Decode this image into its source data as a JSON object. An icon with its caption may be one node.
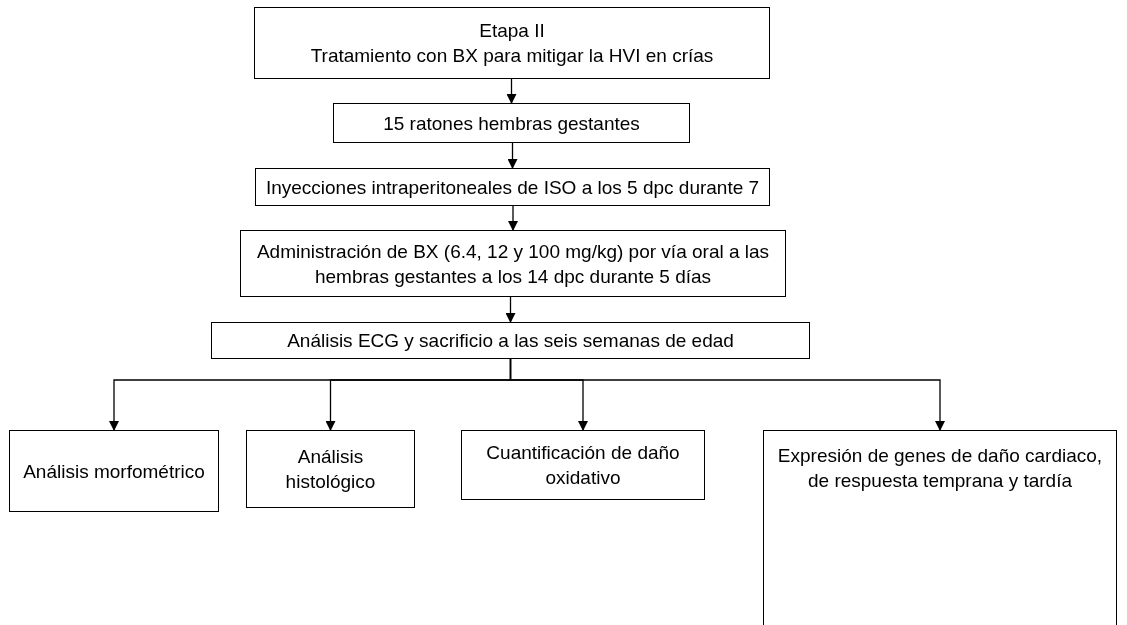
{
  "diagram": {
    "nodes": [
      {
        "text": [
          "Etapa II",
          "Tratamiento con BX para mitigar la HVI en crías"
        ]
      },
      {
        "text": [
          "15 ratones hembras gestantes"
        ]
      },
      {
        "text": [
          "Inyecciones intraperitoneales de ISO a los 5 dpc durante 7"
        ]
      },
      {
        "text": [
          "Administración de BX (6.4, 12 y 100 mg/kg) por vía oral a las hembras gestantes a los 14 dpc durante 5 días"
        ]
      },
      {
        "text": [
          "Análisis ECG y sacrificio a las seis semanas de edad"
        ]
      },
      {
        "text": [
          "Análisis morfométrico"
        ]
      },
      {
        "text": [
          "Análisis histológico"
        ]
      },
      {
        "text": [
          "Cuantificación de daño oxidativo"
        ]
      },
      {
        "text": [
          "Expresión de genes de daño cardiaco, de respuesta temprana y tardía"
        ]
      }
    ],
    "edges": [
      {
        "from": 0,
        "to": 1,
        "arrow": "to"
      },
      {
        "from": 1,
        "to": 2,
        "arrow": "to"
      },
      {
        "from": 2,
        "to": 3,
        "arrow": "to"
      },
      {
        "from": 3,
        "to": 4,
        "arrow": "to"
      },
      {
        "from": 4,
        "to": 5,
        "arrow": "to"
      },
      {
        "from": 4,
        "to": 6,
        "arrow": "to"
      },
      {
        "from": 4,
        "to": 7,
        "arrow": "to"
      },
      {
        "from": 4,
        "to": 8,
        "arrow": "to"
      }
    ]
  }
}
